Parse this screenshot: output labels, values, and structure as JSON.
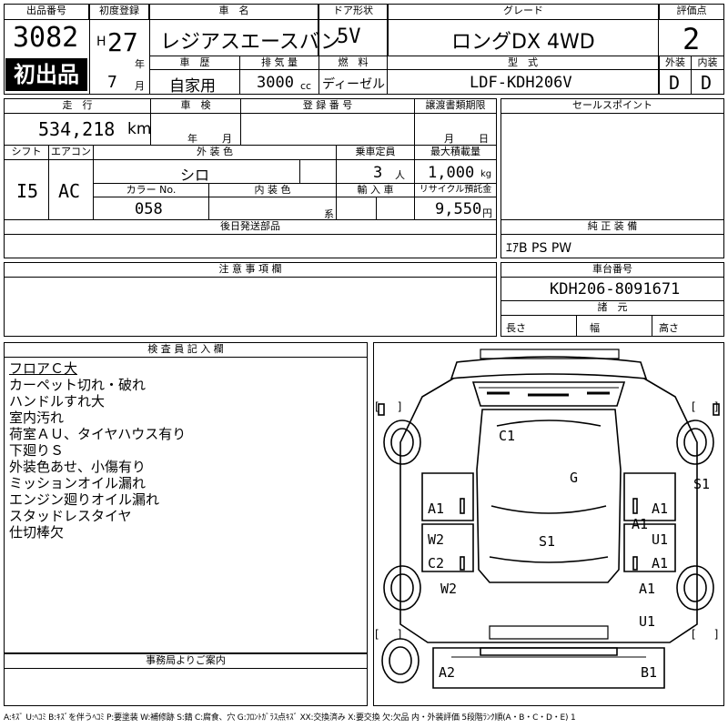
{
  "headers": {
    "lot_no": "出品番号",
    "first_reg": "初度登録",
    "car_name": "車　名",
    "door_type": "ドア形状",
    "grade": "グレード",
    "score": "評価点",
    "history": "車　歴",
    "displacement": "排 気 量",
    "fuel": "燃　料",
    "model_code": "型　式",
    "exterior_grade": "外装",
    "interior_grade": "内装",
    "mileage": "走　行",
    "inspection": "車　検",
    "reg_no": "登 録 番 号",
    "transfer_deadline": "譲渡書類期限",
    "sales_point": "セールスポイント",
    "shift": "シフト",
    "ac": "エアコン",
    "color": "外 装 色",
    "capacity": "乗車定員",
    "max_load": "最大積載量",
    "color_no": "カラー No.",
    "interior_color": "内 装 色",
    "import": "輸 入 車",
    "recycle": "リサイクル預託金",
    "later_parts": "後日発送部品",
    "genuine_equipment": "純 正 装 備",
    "notes": "注 意 事 項 欄",
    "chassis_no": "車台番号",
    "dimensions": "諸　元",
    "inspector": "検 査 員 記 入 欄",
    "office": "事務局よりご案内"
  },
  "units": {
    "year": "年",
    "month": "月",
    "day": "日",
    "cc": "cc",
    "km": "km",
    "persons": "人",
    "kg": "kg",
    "yen": "円",
    "series": "系",
    "length": "長さ",
    "width": "幅",
    "height": "高さ"
  },
  "lot_no": "3082",
  "first_listing": "初出品",
  "era": "H",
  "year": "27",
  "month": "7",
  "car_name": "レジアスエースバン",
  "door_type": "5V",
  "grade": "ロングDX 4WD",
  "score": "2",
  "history": "自家用",
  "displacement": "3000",
  "fuel": "ディーゼル",
  "model_code": "LDF-KDH206V",
  "exterior_grade": "D",
  "interior_grade": "D",
  "mileage": "534,218",
  "shift": "I5",
  "ac": "AC",
  "color": "シロ",
  "capacity": "3",
  "max_load": "1,000",
  "color_no": "058",
  "recycle": "9,550",
  "genuine_equipment": "ｴｱB PS PW",
  "chassis_no": "KDH206-8091671",
  "inspector_notes": [
    "フロアＣ大",
    "カーペット切れ・破れ",
    "ハンドルすれ大",
    "室内汚れ",
    "荷室ＡＵ、タイヤハウス有り",
    "下廻りＳ",
    "外装色あせ、小傷有り",
    "ミッションオイル漏れ",
    "エンジン廻りオイル漏れ",
    "スタッドレスタイヤ",
    "仕切棒欠"
  ],
  "damage_marks": {
    "roof": "C1",
    "glass": "G",
    "left_front_door": "A1",
    "left_front_pillar": "W2",
    "left_rear_door": "C2",
    "left_rear": "W2",
    "right_front_door": "A1",
    "right_pillar": "A1",
    "right_front_upper": "S1",
    "right_mid": "U1",
    "right_rear_door": "A1",
    "right_rear": "A1",
    "right_rear_lower": "U1",
    "floor_center": "S1",
    "rear_left": "A2",
    "rear_right": "B1"
  },
  "brackets": "[　]",
  "legend": "A:ｷｽﾞ U:ﾍｺﾐ B:ｷｽﾞを伴うﾍｺﾐ P:要塗装 W:補修跡 S:錆 C:腐食、穴 G:ﾌﾛﾝﾄｶﾞﾗｽ点ｷｽﾞ XX:交換済み X:要交換 欠:欠品 内・外装評価 5段階ﾗﾝｸ順(A・B・C・D・E) 1"
}
